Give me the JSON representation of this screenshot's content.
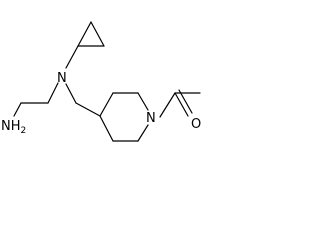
{
  "molecule": {
    "atoms": {
      "amine_nitrogen": {
        "element": "N"
      },
      "ring_nitrogen": {
        "element": "N"
      },
      "carbonyl_oxygen": {
        "element": "O"
      },
      "primary_amine": {
        "element": "NH",
        "subscript": "2"
      }
    }
  },
  "colors": {
    "bond": "#000000",
    "label": "#000000",
    "background": "#ffffff"
  }
}
